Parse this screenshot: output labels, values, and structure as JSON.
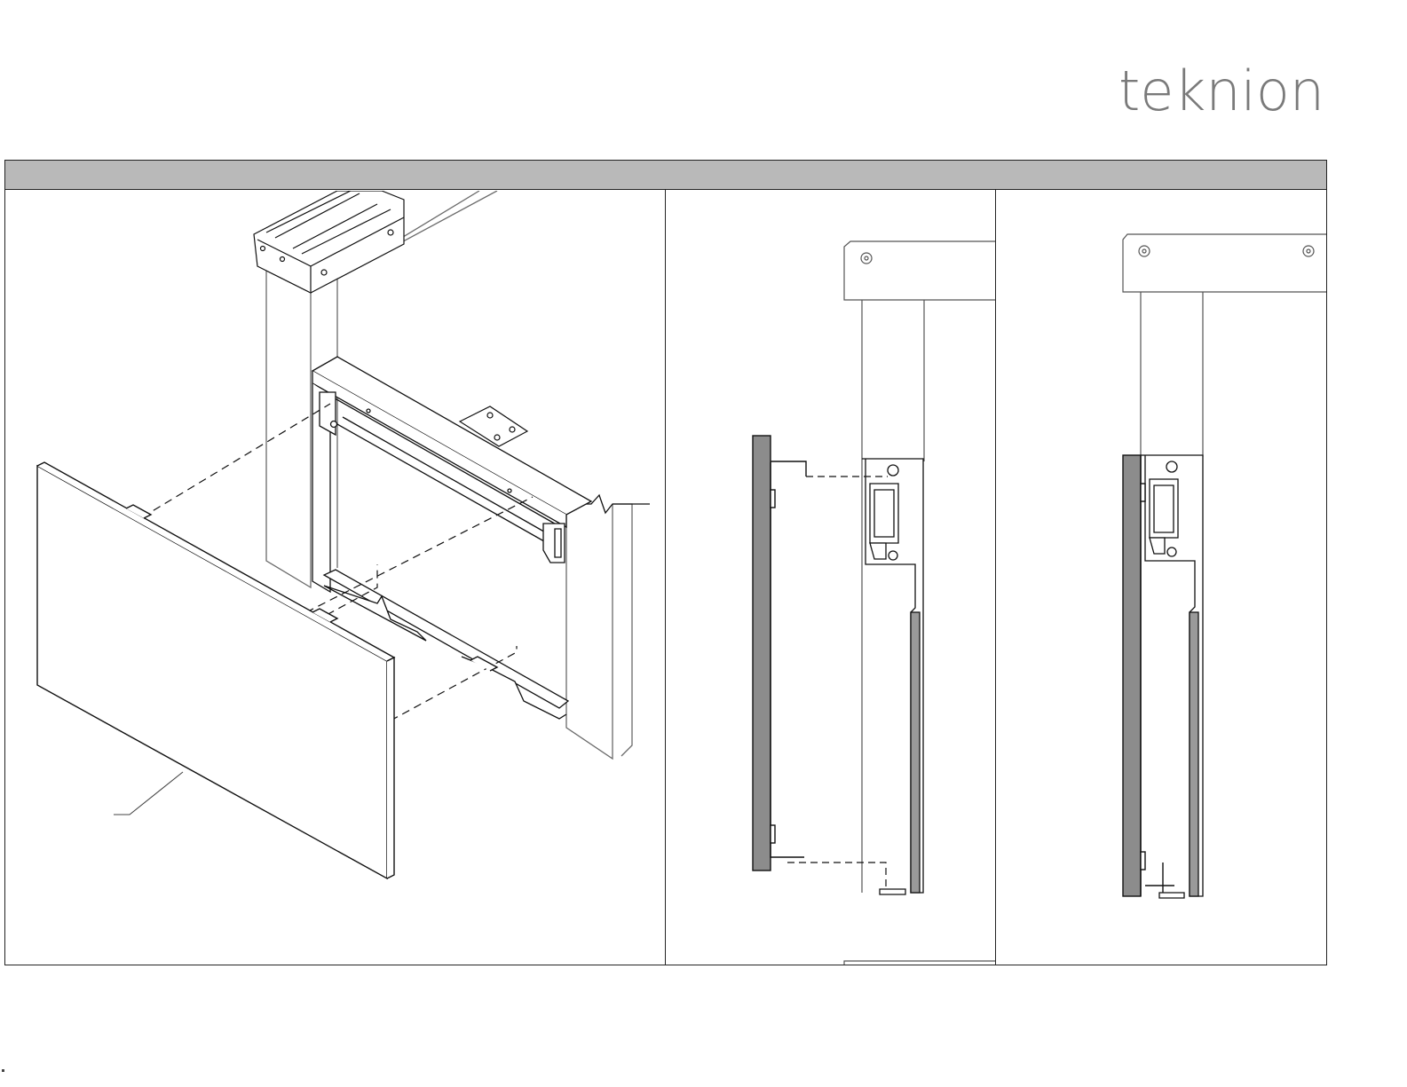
{
  "brand": {
    "logo_text": "teknion",
    "logo_color": "#7a7a7a"
  },
  "header_band": {
    "title": "",
    "fill": "#b9b9b9"
  },
  "panels": [
    {
      "id": "isometric-view"
    },
    {
      "id": "side-view-before-install"
    },
    {
      "id": "side-view-installed"
    }
  ],
  "colors": {
    "line": "#111111",
    "leg_line": "#6a6a6a",
    "modesty_panel_fill": "#8c8c8c",
    "bracket_fill": "#9a9a9a",
    "panel_face": "#ffffff"
  },
  "icons": [
    "hidden-fastener-path",
    "mounting-bracket",
    "modesty-panel",
    "leg-column",
    "cross-rail",
    "screw-hole"
  ]
}
